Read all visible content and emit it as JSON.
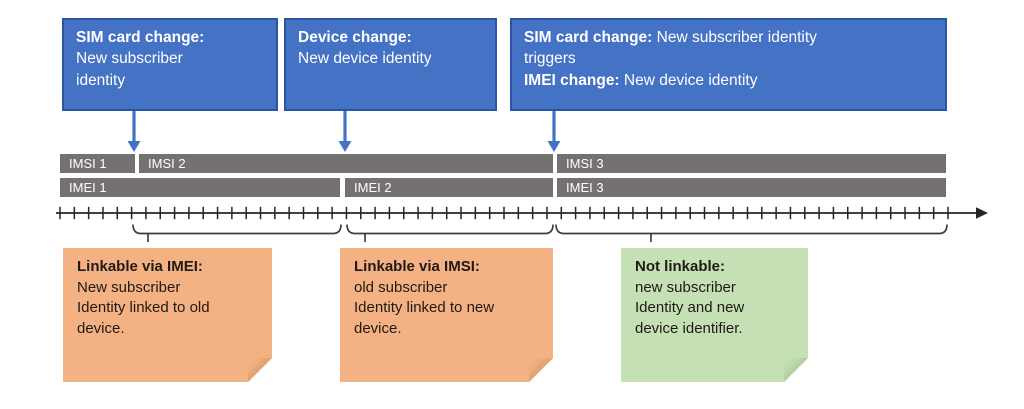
{
  "boxes": [
    {
      "heading": "SIM card change:",
      "body_lines": [
        "New subscriber",
        "identity"
      ]
    },
    {
      "heading": "Device change:",
      "body_lines": [
        "New device identity"
      ]
    },
    {
      "l1_bold": "SIM card change:",
      "l1_rest": " New subscriber identity",
      "l2": "triggers",
      "l3_bold": "IMEI change:",
      "l3_rest": " New device identity"
    }
  ],
  "imsi_row": [
    {
      "label": "IMSI 1"
    },
    {
      "label": "IMSI 2"
    },
    {
      "label": "IMSI 3"
    }
  ],
  "imei_row": [
    {
      "label": "IMEI 1"
    },
    {
      "label": "IMEI 2"
    },
    {
      "label": "IMEI 3"
    }
  ],
  "notes": [
    {
      "heading": "Linkable via IMEI:",
      "body_lines": [
        "New subscriber",
        "Identity linked to old",
        "device."
      ],
      "bg": "#f4b183",
      "fold": "#d4945f"
    },
    {
      "heading": "Linkable via IMSI:",
      "body_lines": [
        "old subscriber",
        "Identity linked to new",
        "device."
      ],
      "bg": "#f4b183",
      "fold": "#d4945f"
    },
    {
      "heading": "Not linkable:",
      "body_lines": [
        "new subscriber",
        "Identity and new",
        "device identifier."
      ],
      "bg": "#c5e0b4",
      "fold": "#a0c18a"
    }
  ],
  "colors": {
    "box_blue": "#4472c4",
    "box_border": "#2b55a0",
    "bar_gray": "#767171",
    "arrow_blue": "#4472c4",
    "brace_gray": "#3f3f3f",
    "axis_black": "#262626"
  }
}
